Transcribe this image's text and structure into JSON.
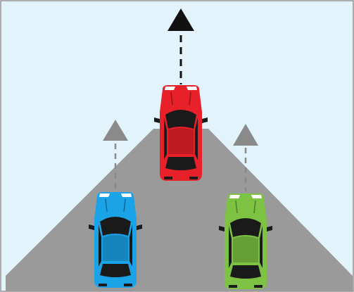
{
  "colors": {
    "background": "#e2f3fb",
    "frame": "#7a7a7a",
    "road": "#9a9a9a",
    "arrow_main": "#111111",
    "arrow_side": "#8a8a8a",
    "car_center": "#e8202a",
    "car_left": "#1ba3e8",
    "car_right": "#7dc242",
    "car_glass": "#1a1a1a",
    "car_light": "#ffffff"
  },
  "icons": {
    "center_arrow": "arrow-up-icon",
    "side_arrows": "arrow-up-icon",
    "cars": "car-top-view-icon"
  },
  "cars": [
    {
      "role": "leading",
      "color_key": "car_center"
    },
    {
      "role": "left-following",
      "color_key": "car_left"
    },
    {
      "role": "right-following",
      "color_key": "car_right"
    }
  ]
}
